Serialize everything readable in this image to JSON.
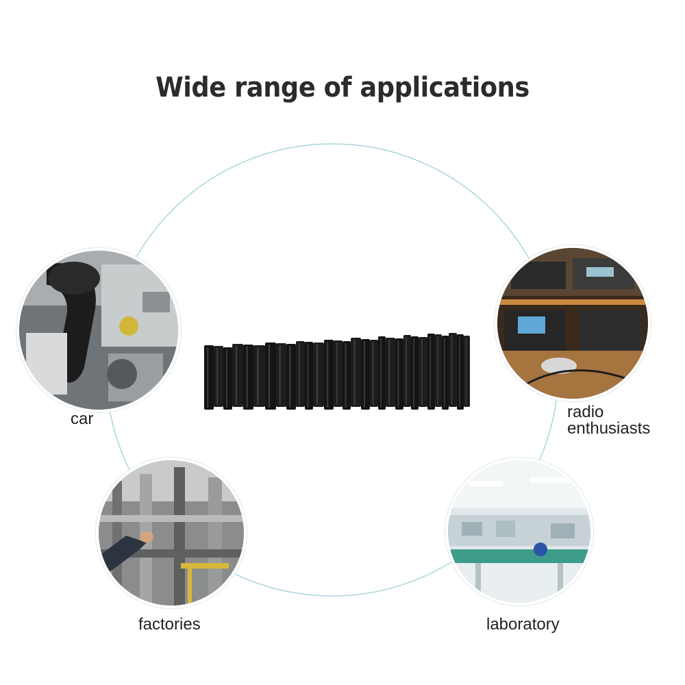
{
  "title": "Wide range of applications",
  "colors": {
    "ring": "#a9d6da",
    "title": "#2b2b2b",
    "tube": "#141414"
  },
  "applications": [
    {
      "id": "car",
      "label": "car",
      "icon": "engine-photo"
    },
    {
      "id": "radio",
      "label_line1": "radio",
      "label_line2": "enthusiasts",
      "icon": "radio-station-photo"
    },
    {
      "id": "factories",
      "label": "factories",
      "icon": "factory-pipes-photo"
    },
    {
      "id": "laboratory",
      "label": "laboratory",
      "icon": "laboratory-photo"
    }
  ],
  "product": {
    "icon": "heat-shrink-tubes"
  }
}
